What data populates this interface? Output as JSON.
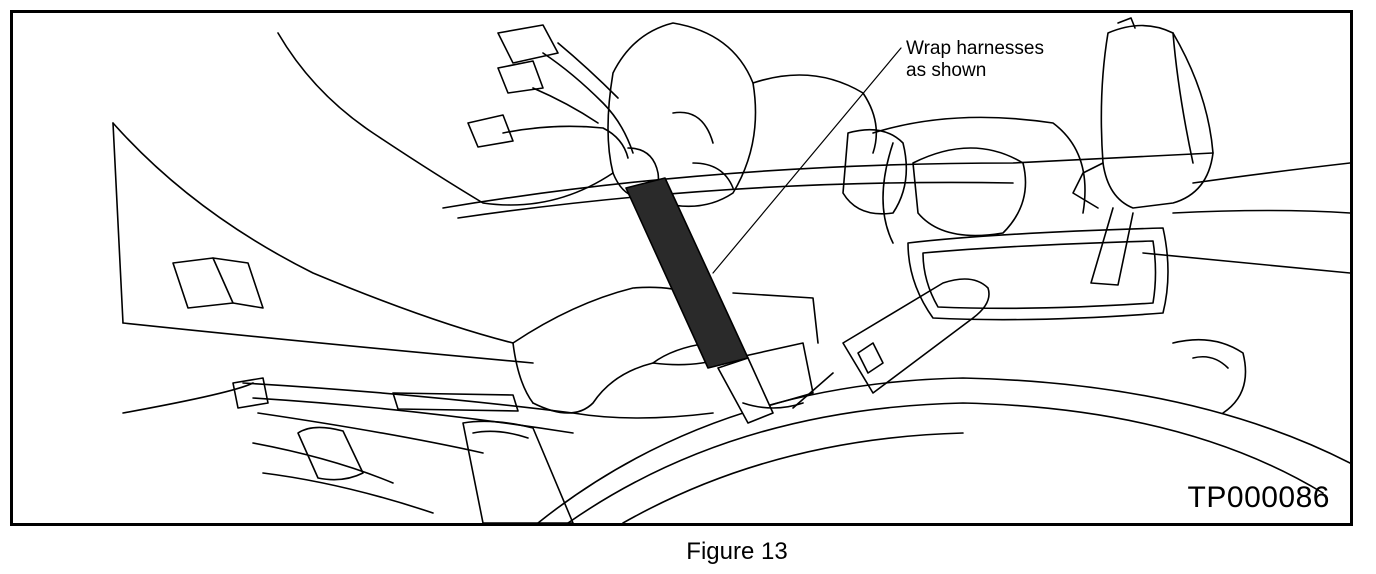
{
  "diagram": {
    "callout_label": "Wrap harnesses\nas shown",
    "figure_id": "TP000086"
  },
  "caption": "Figure 13",
  "colors": {
    "line": "#000000",
    "tape": "#2a2a2a",
    "background": "#ffffff"
  }
}
